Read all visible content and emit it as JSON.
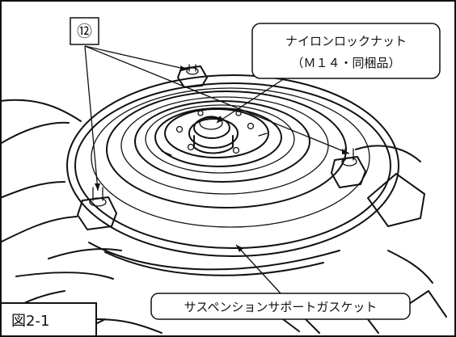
{
  "figure": {
    "label": "図2-1"
  },
  "callouts": {
    "part_number": "⑫",
    "nut_line1": "ナイロンロックナット",
    "nut_line2": "（Ｍ１４・同梱品）",
    "gasket": "サスペンションサポートガスケット"
  }
}
